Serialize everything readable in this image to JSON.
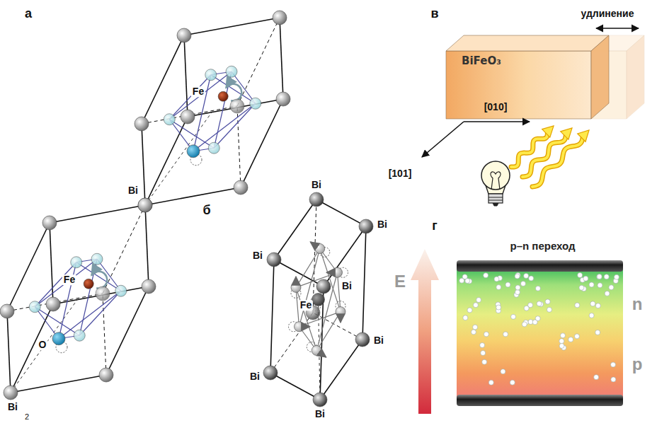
{
  "diagram": {
    "nodes": [
      {
        "text": [
          "BiFeO₃"
        ]
      },
      {
        "text": [
          "p–n переход"
        ]
      }
    ],
    "labels": [
      "а",
      "Fe",
      "Bi",
      "Fe",
      "O",
      "Bi",
      "2",
      "б",
      "Bi",
      "Bi",
      "Bi",
      "Bi",
      "Bi",
      "Bi",
      "Bi",
      "Fe",
      "в",
      "удлинение",
      "[010]",
      "[101]",
      "г",
      "E",
      "n",
      "p"
    ]
  }
}
